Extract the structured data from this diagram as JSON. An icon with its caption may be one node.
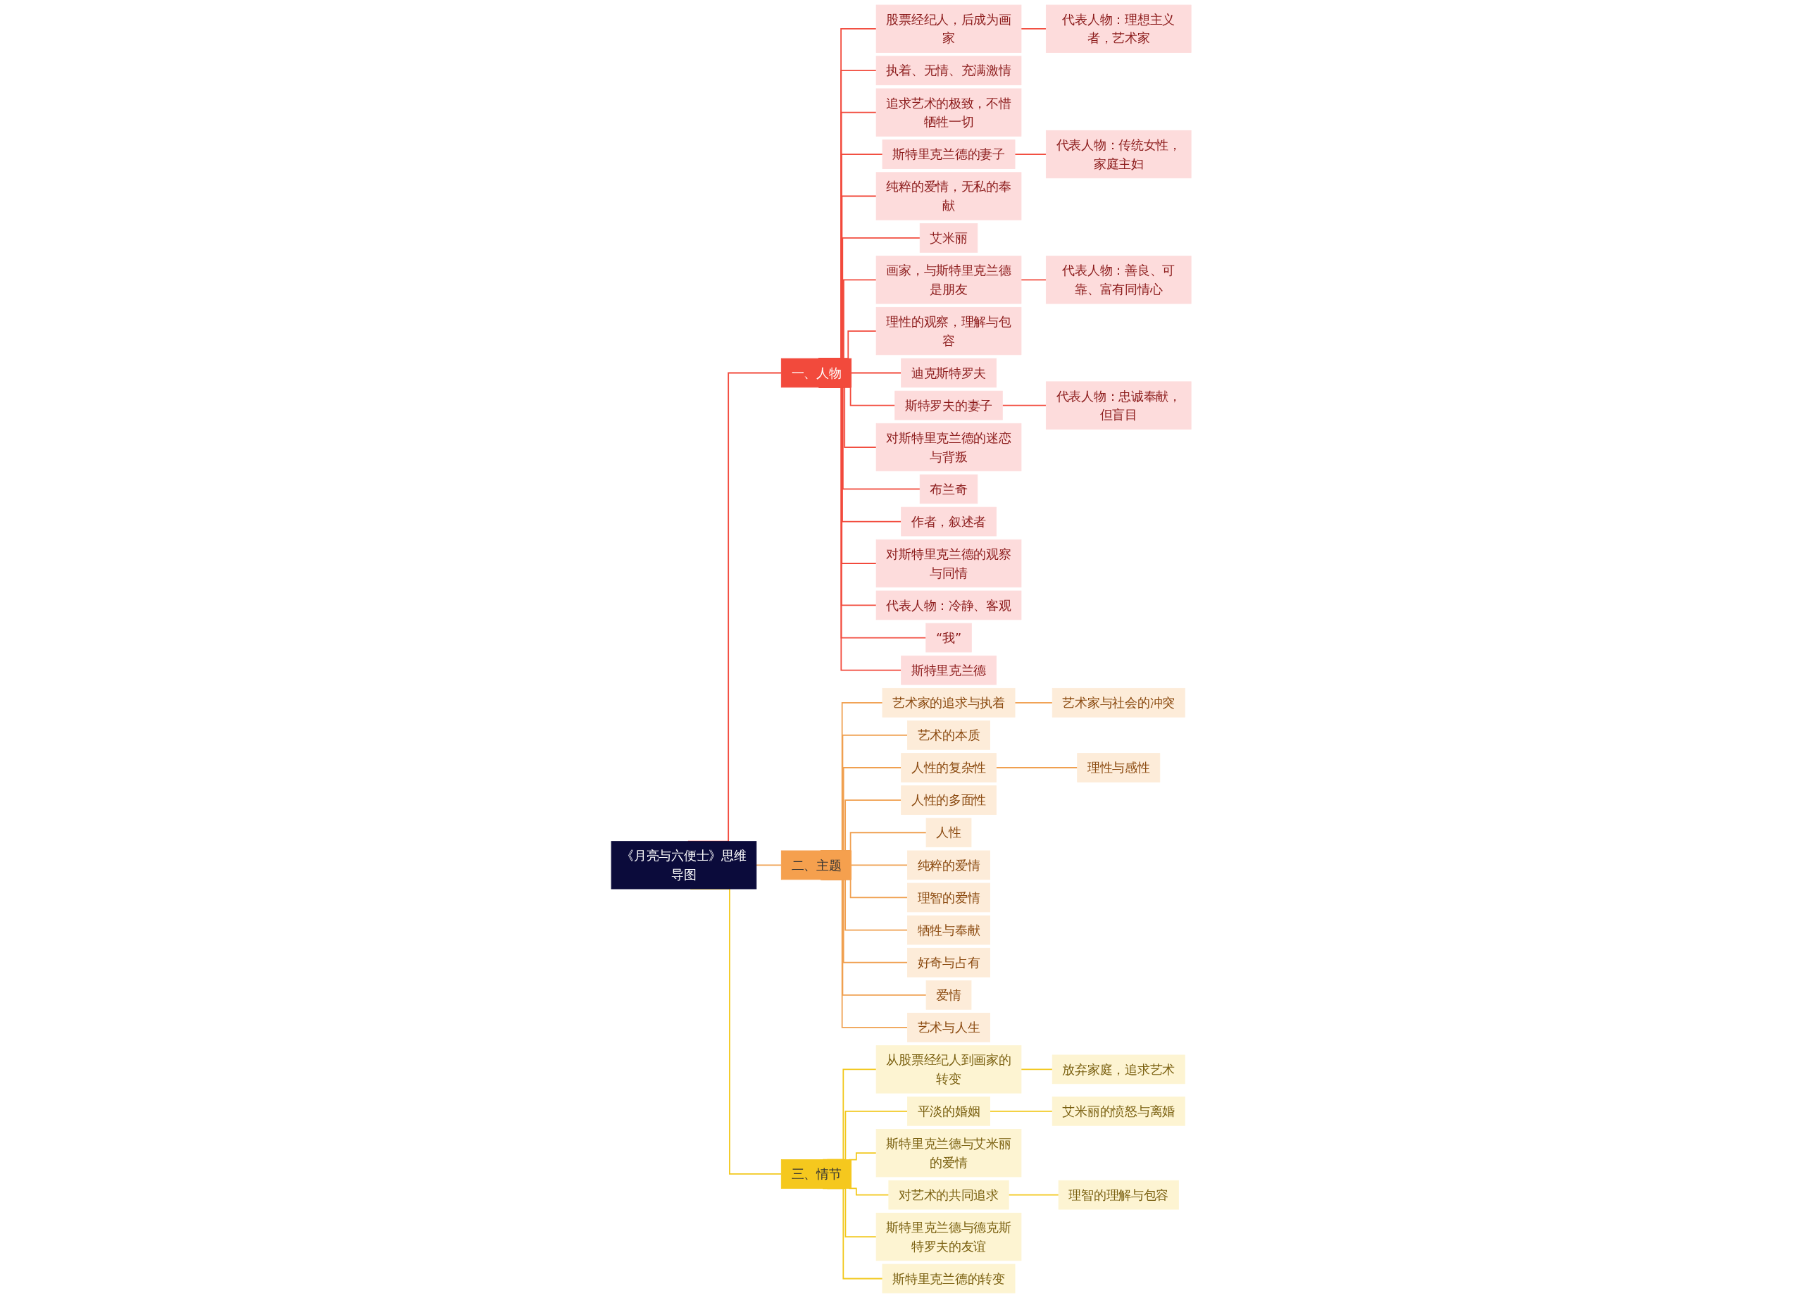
{
  "diagram": {
    "nodes": [
      {
        "text": [
          "《月亮与六便士》思维导图"
        ]
      },
      {
        "text": [
          "一、人物"
        ]
      },
      {
        "text": [
          "股票经纪人，后成为画家"
        ]
      },
      {
        "text": [
          "代表人物：理想主义者，艺术家"
        ]
      },
      {
        "text": [
          "执着、无情、充满激情"
        ]
      },
      {
        "text": [
          "追求艺术的极致，不惜牺牲一切"
        ]
      },
      {
        "text": [
          "斯特里克兰德的妻子"
        ]
      },
      {
        "text": [
          "代表人物：传统女性，家庭主妇"
        ]
      },
      {
        "text": [
          "纯粹的爱情，无私的奉献"
        ]
      },
      {
        "text": [
          "艾米丽"
        ]
      },
      {
        "text": [
          "画家，与斯特里克兰德是朋友"
        ]
      },
      {
        "text": [
          "代表人物：善良、可靠、富有同情心"
        ]
      },
      {
        "text": [
          "理性的观察，理解与包容"
        ]
      },
      {
        "text": [
          "迪克斯特罗夫"
        ]
      },
      {
        "text": [
          "斯特罗夫的妻子"
        ]
      },
      {
        "text": [
          "代表人物：忠诚奉献，但盲目"
        ]
      },
      {
        "text": [
          "对斯特里克兰德的迷恋与背叛"
        ]
      },
      {
        "text": [
          "布兰奇"
        ]
      },
      {
        "text": [
          "作者，叙述者"
        ]
      },
      {
        "text": [
          "对斯特里克兰德的观察与同情"
        ]
      },
      {
        "text": [
          "代表人物：冷静、客观"
        ]
      },
      {
        "text": [
          "“我”"
        ]
      },
      {
        "text": [
          "斯特里克兰德"
        ]
      },
      {
        "text": [
          "二、主题"
        ]
      },
      {
        "text": [
          "艺术家的追求与执着"
        ]
      },
      {
        "text": [
          "艺术家与社会的冲突"
        ]
      },
      {
        "text": [
          "艺术的本质"
        ]
      },
      {
        "text": [
          "人性的复杂性"
        ]
      },
      {
        "text": [
          "理性与感性"
        ]
      },
      {
        "text": [
          "人性的多面性"
        ]
      },
      {
        "text": [
          "人性"
        ]
      },
      {
        "text": [
          "纯粹的爱情"
        ]
      },
      {
        "text": [
          "理智的爱情"
        ]
      },
      {
        "text": [
          "牺牲与奉献"
        ]
      },
      {
        "text": [
          "好奇与占有"
        ]
      },
      {
        "text": [
          "爱情"
        ]
      },
      {
        "text": [
          "艺术与人生"
        ]
      },
      {
        "text": [
          "三、情节"
        ]
      },
      {
        "text": [
          "从股票经纪人到画家的转变"
        ]
      },
      {
        "text": [
          "放弃家庭，追求艺术"
        ]
      },
      {
        "text": [
          "平淡的婚姻"
        ]
      },
      {
        "text": [
          "艾米丽的愤怒与离婚"
        ]
      },
      {
        "text": [
          "斯特里克兰德与艾米丽的爱情"
        ]
      },
      {
        "text": [
          "对艺术的共同追求"
        ]
      },
      {
        "text": [
          "理智的理解与包容"
        ]
      },
      {
        "text": [
          "斯特里克兰德与德克斯特罗夫的友谊"
        ]
      },
      {
        "text": [
          "斯特里克兰德的转变"
        ]
      }
    ],
    "edges": [
      {
        "from": 0,
        "to": 1,
        "arrow": "none"
      },
      {
        "from": 1,
        "to": 2,
        "arrow": "none"
      },
      {
        "from": 2,
        "to": 3,
        "arrow": "none"
      },
      {
        "from": 1,
        "to": 4,
        "arrow": "none"
      },
      {
        "from": 1,
        "to": 5,
        "arrow": "none"
      },
      {
        "from": 1,
        "to": 6,
        "arrow": "none"
      },
      {
        "from": 6,
        "to": 7,
        "arrow": "none"
      },
      {
        "from": 1,
        "to": 8,
        "arrow": "none"
      },
      {
        "from": 1,
        "to": 9,
        "arrow": "none"
      },
      {
        "from": 1,
        "to": 10,
        "arrow": "none"
      },
      {
        "from": 10,
        "to": 11,
        "arrow": "none"
      },
      {
        "from": 1,
        "to": 12,
        "arrow": "none"
      },
      {
        "from": 1,
        "to": 13,
        "arrow": "none"
      },
      {
        "from": 1,
        "to": 14,
        "arrow": "none"
      },
      {
        "from": 14,
        "to": 15,
        "arrow": "none"
      },
      {
        "from": 1,
        "to": 16,
        "arrow": "none"
      },
      {
        "from": 1,
        "to": 17,
        "arrow": "none"
      },
      {
        "from": 1,
        "to": 18,
        "arrow": "none"
      },
      {
        "from": 1,
        "to": 19,
        "arrow": "none"
      },
      {
        "from": 1,
        "to": 20,
        "arrow": "none"
      },
      {
        "from": 1,
        "to": 21,
        "arrow": "none"
      },
      {
        "from": 1,
        "to": 22,
        "arrow": "none"
      },
      {
        "from": 0,
        "to": 23,
        "arrow": "none",
        "color": "#f0a050"
      },
      {
        "from": 23,
        "to": 24,
        "arrow": "none",
        "color": "#f0a050"
      },
      {
        "from": 24,
        "to": 25,
        "arrow": "none",
        "color": "#f0a050"
      },
      {
        "from": 23,
        "to": 26,
        "arrow": "none",
        "color": "#f0a050"
      },
      {
        "from": 23,
        "to": 27,
        "arrow": "none",
        "color": "#f0a050"
      },
      {
        "from": 27,
        "to": 28,
        "arrow": "none",
        "color": "#f0a050"
      },
      {
        "from": 23,
        "to": 29,
        "arrow": "none",
        "color": "#f0a050"
      },
      {
        "from": 23,
        "to": 30,
        "arrow": "none",
        "color": "#f0a050"
      },
      {
        "from": 23,
        "to": 31,
        "arrow": "none",
        "color": "#f0a050"
      },
      {
        "from": 23,
        "to": 32,
        "arrow": "none",
        "color": "#f0a050"
      },
      {
        "from": 23,
        "to": 33,
        "arrow": "none",
        "color": "#f0a050"
      },
      {
        "from": 23,
        "to": 34,
        "arrow": "none",
        "color": "#f0a050"
      },
      {
        "from": 23,
        "to": 35,
        "arrow": "none",
        "color": "#f0a050"
      },
      {
        "from": 23,
        "to": 36,
        "arrow": "none",
        "color": "#f0a050"
      },
      {
        "from": 0,
        "to": 37,
        "arrow": "none",
        "color": "#f2c81c"
      },
      {
        "from": 37,
        "to": 38,
        "arrow": "none",
        "color": "#f2c81c"
      },
      {
        "from": 38,
        "to": 39,
        "arrow": "none",
        "color": "#f2c81c"
      },
      {
        "from": 37,
        "to": 40,
        "arrow": "none",
        "color": "#f2c81c"
      },
      {
        "from": 40,
        "to": 41,
        "arrow": "none",
        "color": "#f2c81c"
      },
      {
        "from": 37,
        "to": 42,
        "arrow": "none",
        "color": "#f2c81c"
      },
      {
        "from": 37,
        "to": 43,
        "arrow": "none",
        "color": "#f2c81c"
      },
      {
        "from": 43,
        "to": 44,
        "arrow": "none",
        "color": "#f2c81c"
      },
      {
        "from": 37,
        "to": 45,
        "arrow": "none",
        "color": "#f2c81c"
      },
      {
        "from": 37,
        "to": 46,
        "arrow": "none",
        "color": "#f2c81c"
      }
    ]
  }
}
